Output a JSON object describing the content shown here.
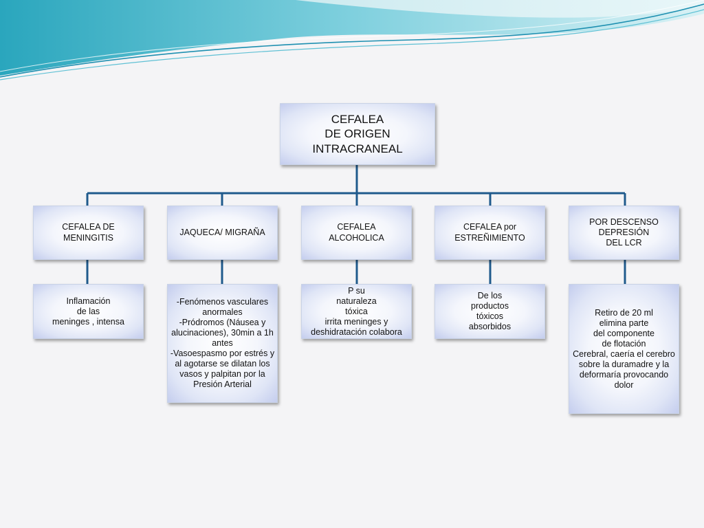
{
  "colors": {
    "connector": "#1f5a8c",
    "banner_teal": "#3fb5c8",
    "banner_light": "#bfe8ef"
  },
  "root": {
    "label": "CEFALEA\nDE ORIGEN\nINTRACRANEAL"
  },
  "categories": [
    {
      "label": "CEFALEA DE\nMENINGITIS",
      "detail": "Inflamación\nde las\nmeninges , intensa"
    },
    {
      "label": "JAQUECA/ MIGRAÑA",
      "detail": "-Fenómenos vasculares\nanormales\n-Pródromos (Náusea y\nalucinaciones), 30min a 1h\nantes\n-Vasoespasmo por estrés y\nal agotarse se dilatan los\nvasos y palpitan por la\nPresión  Arterial"
    },
    {
      "label": "CEFALEA\nALCOHOLICA",
      "detail": "P su\nnaturaleza\ntóxica\nirrita meninges y\ndeshidratación colabora"
    },
    {
      "label": "CEFALEA  por\nESTREÑIMIENTO",
      "detail": "De los\nproductos\ntóxicos\nabsorbidos"
    },
    {
      "label": "POR DESCENSO\nDEPRESIÓN\nDEL LCR",
      "detail": "Retiro de 20 ml\nelimina parte\ndel componente\nde flotación\nCerebral, caería el cerebro\nsobre la duramadre y la\ndeformaría provocando\ndolor"
    }
  ]
}
